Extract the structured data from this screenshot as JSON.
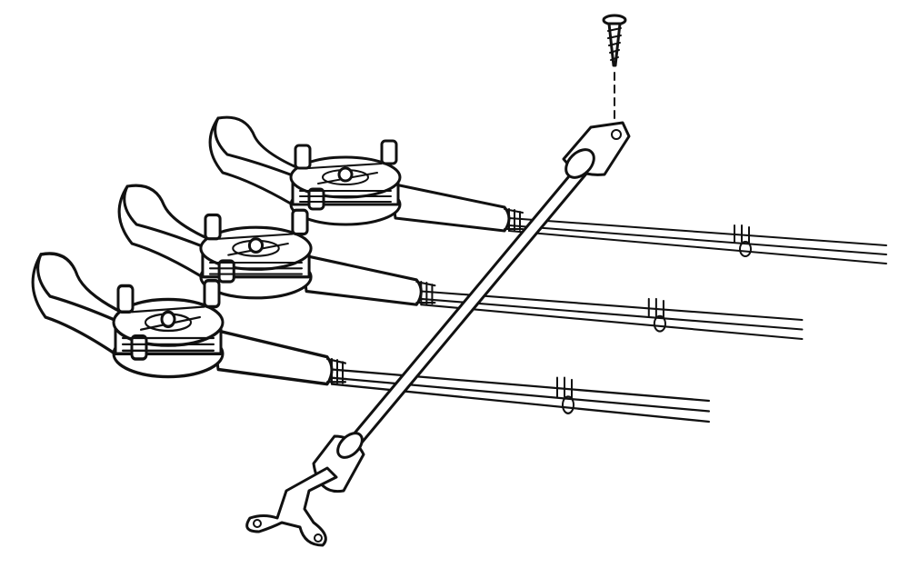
{
  "illustration": {
    "style": "black line drawing on white",
    "colors": {
      "ink": "#111111",
      "background": "#ffffff"
    },
    "rods": [
      {
        "id": "rod-top"
      },
      {
        "id": "rod-middle"
      },
      {
        "id": "rod-bottom"
      }
    ],
    "parts": [
      "screw",
      "holder-bar",
      "end-cap-top",
      "end-cap-bottom",
      "mounting-bracket"
    ]
  }
}
